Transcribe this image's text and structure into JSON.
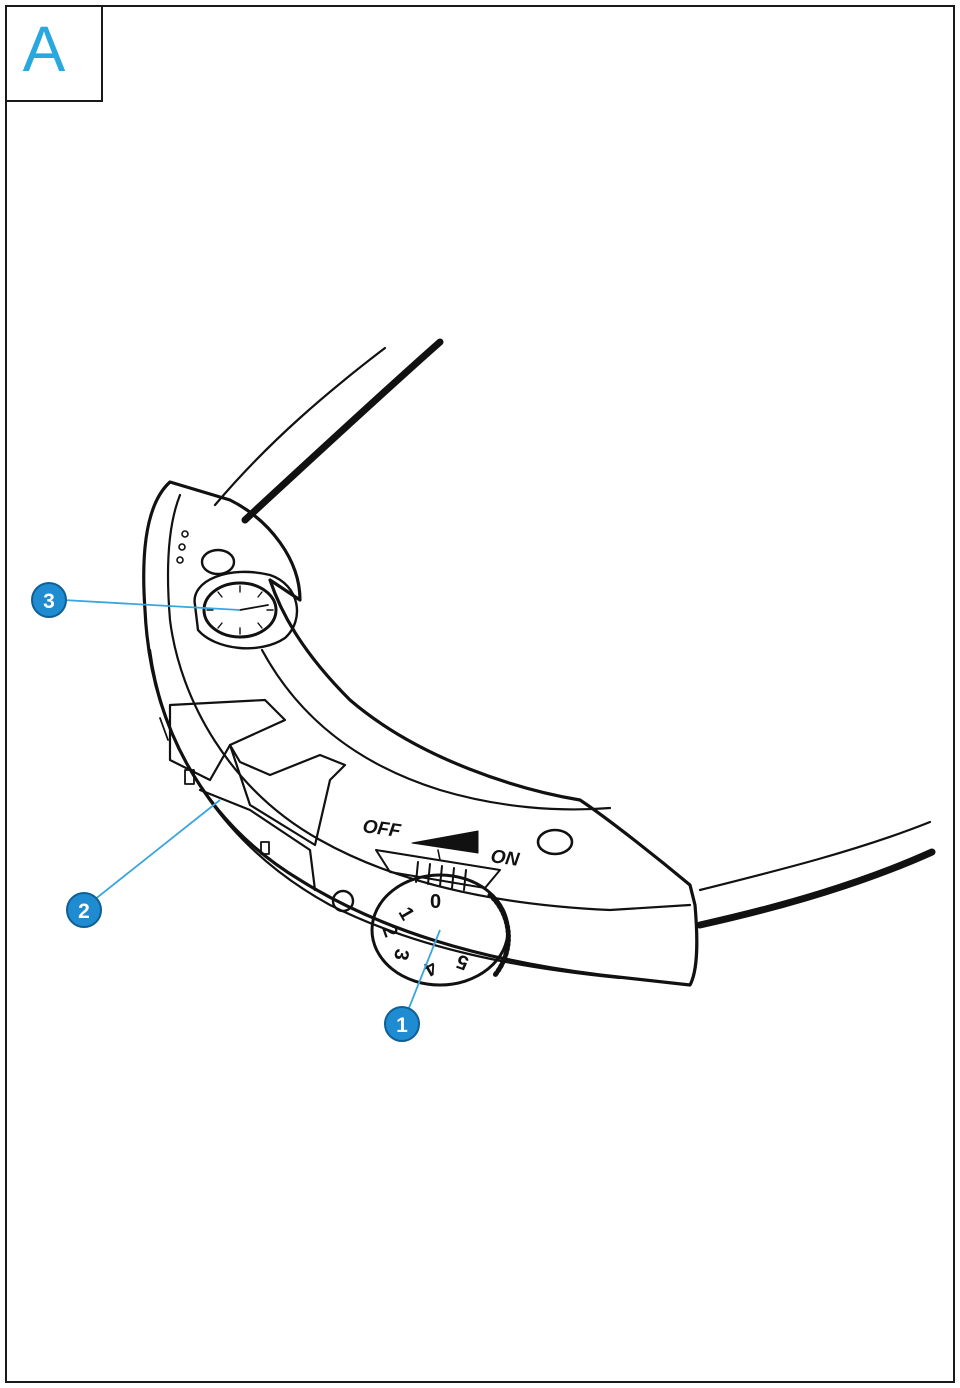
{
  "panel": {
    "letter": "A",
    "letter_color": "#29a8e0"
  },
  "callouts": [
    {
      "id": "callout-1",
      "label": "1"
    },
    {
      "id": "callout-2",
      "label": "2"
    },
    {
      "id": "callout-3",
      "label": "3"
    }
  ],
  "callout_color": "#1f8bd0",
  "leader_color": "#3aa6dd",
  "switch": {
    "off_label": "OFF",
    "on_label": "ON"
  },
  "dial": {
    "numbers": [
      "0",
      "1",
      "2",
      "3",
      "4",
      "5"
    ]
  },
  "icons": {
    "device": "headband-device-illustration",
    "dial": "rotary-dial-icon",
    "gauge": "gauge-dial-icon",
    "button": "round-button-icon"
  }
}
